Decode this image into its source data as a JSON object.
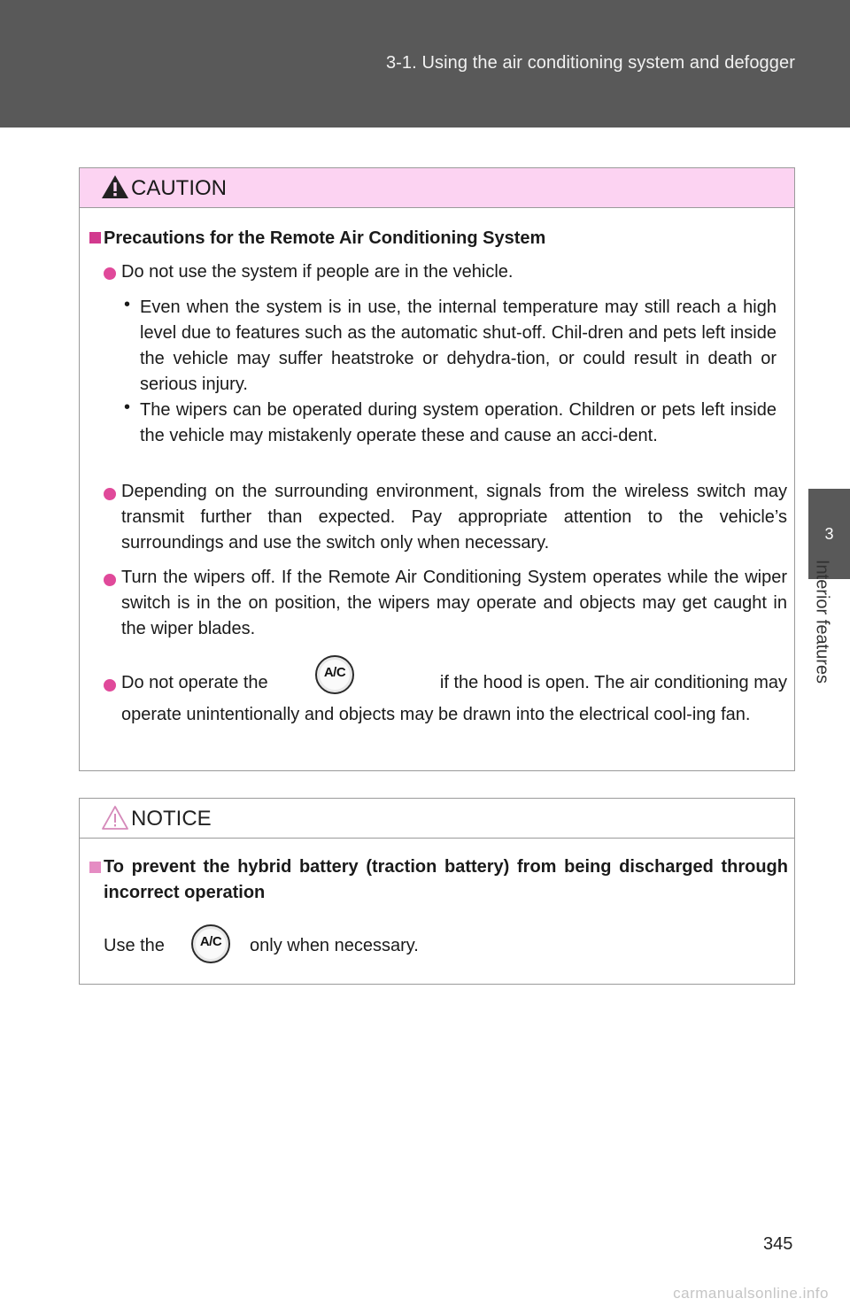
{
  "header": {
    "title": "3-1. Using the air conditioning system and defogger"
  },
  "side_tab": {
    "number": "3",
    "label": "Interior features"
  },
  "caution": {
    "title": "CAUTION",
    "section_title": "Precautions for the Remote Air Conditioning System",
    "bullet1": "Do not use the system if people are in the vehicle.",
    "sub1": "Even when the system is in use, the internal temperature may still reach a high level due to features such as the automatic shut-off. Chil-dren and pets left inside the vehicle may suffer heatstroke or dehydra-tion, or could result in death or serious injury.",
    "sub2": "The wipers can be operated during system operation. Children or pets left inside the vehicle may mistakenly operate these and cause an acci-dent.",
    "bullet2": "Depending on the surrounding environment, signals from the wireless switch may transmit further than expected. Pay appropriate attention to the vehicle’s surroundings and use the switch only when necessary.",
    "bullet3": "Turn the wipers off. If the Remote Air Conditioning System operates while the wiper switch is in the on position, the wipers may operate and objects may get caught in the wiper blades.",
    "bullet4_before": "Do not operate the",
    "bullet4_after": "if the hood is open. The air conditioning may",
    "bullet4_rest": "operate unintentionally and objects may be drawn into the electrical cool-ing fan."
  },
  "notice": {
    "title": "NOTICE",
    "section_title": "To prevent the hybrid battery (traction battery) from being discharged through incorrect operation",
    "text_before": "Use the",
    "text_after": "only when necessary."
  },
  "ac_button_label": "A/C",
  "page_number": "345",
  "watermark": "carmanualsonline.info",
  "colors": {
    "header": "#595959",
    "caution_header": "#fcd3f2",
    "bullet": "#e0499a"
  }
}
